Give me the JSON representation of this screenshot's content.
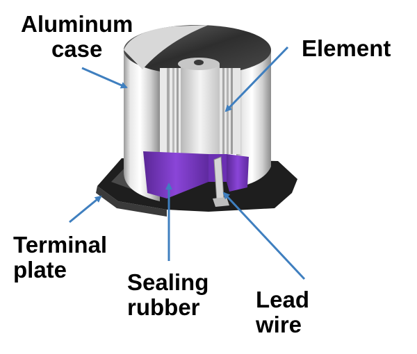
{
  "labels": {
    "aluminum_case": [
      "Aluminum",
      "case"
    ],
    "element": [
      "Element"
    ],
    "terminal_plate": [
      "Terminal",
      "plate"
    ],
    "sealing_rubber": [
      "Sealing",
      "rubber"
    ],
    "lead_wire": [
      "Lead",
      "wire"
    ]
  },
  "colors": {
    "arrow": "#3f7fbf",
    "rubber": "#7b35c6",
    "case": "#d9d9d9",
    "plate": "#2a2a2a"
  }
}
